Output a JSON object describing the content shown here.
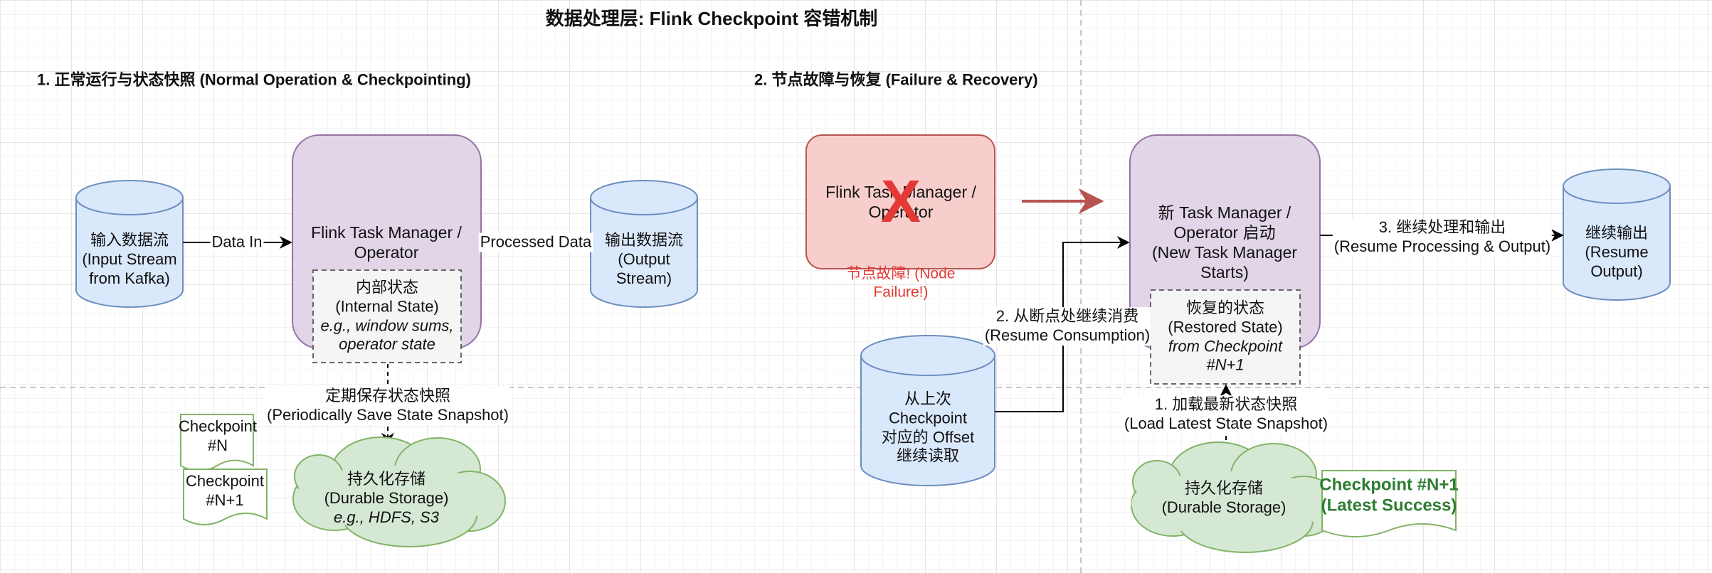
{
  "title": "数据处理层: Flink Checkpoint 容错机制",
  "section1": {
    "heading": "1. 正常运行与状态快照 (Normal Operation & Checkpointing)"
  },
  "section2": {
    "heading": "2. 节点故障与恢复 (Failure & Recovery)"
  },
  "left": {
    "input_stream": [
      "输入数据流",
      "(Input Stream",
      "from Kafka)"
    ],
    "data_in": "Data In",
    "task_manager": [
      "Flink Task Manager /",
      "Operator"
    ],
    "internal_state": [
      "内部状态",
      "(Internal State)"
    ],
    "internal_state_example": [
      "e.g., window sums,",
      "operator state"
    ],
    "processed_data": "Processed Data",
    "output_stream": [
      "输出数据流",
      "(Output",
      "Stream)"
    ],
    "save_snapshot": [
      "定期保存状态快照",
      "(Periodically Save State Snapshot)"
    ],
    "checkpoint_n": [
      "Checkpoint",
      "#N"
    ],
    "checkpoint_n1": [
      "Checkpoint",
      "#N+1"
    ],
    "durable_storage": [
      "持久化存储",
      "(Durable Storage)"
    ],
    "durable_storage_example": "e.g., HDFS, S3"
  },
  "right": {
    "failed_task_manager": [
      "Flink Task Manager /",
      "Operator"
    ],
    "failure_mark": "X",
    "node_failure": [
      "节点故障! (Node",
      "Failure!)"
    ],
    "new_task_manager": [
      "新 Task Manager /",
      "Operator 启动",
      "(New Task Manager",
      "Starts)"
    ],
    "restored_state": [
      "恢复的状态",
      "(Restored State)"
    ],
    "restored_from": [
      "from Checkpoint",
      "#N+1"
    ],
    "source_offset": [
      "从上次",
      "Checkpoint",
      "对应的 Offset",
      "继续读取"
    ],
    "resume_consumption": [
      "2. 从断点处继续消费",
      "(Resume Consumption)"
    ],
    "resume_output_label": [
      "3. 继续处理和输出",
      "(Resume Processing & Output)"
    ],
    "resume_output": [
      "继续输出",
      "(Resume",
      "Output)"
    ],
    "load_snapshot": [
      "1. 加载最新状态快照",
      "(Load Latest State Snapshot)"
    ],
    "durable_storage": [
      "持久化存储",
      "(Durable Storage)"
    ],
    "latest_checkpoint": [
      "Checkpoint #N+1",
      "(Latest Success)"
    ]
  },
  "colors": {
    "blue_fill": "#dae8fc",
    "blue_stroke": "#6c8ebf",
    "purple_fill": "#e1d5e7",
    "purple_stroke": "#9673a6",
    "red_fill": "#f8cecc",
    "red_stroke": "#b85450",
    "green_fill": "#d5e8d4",
    "green_stroke": "#82b366",
    "grey_fill": "#f5f5f5",
    "grey_stroke": "#666666",
    "failure_red": "#e53935",
    "success_green": "#2e7d32"
  }
}
